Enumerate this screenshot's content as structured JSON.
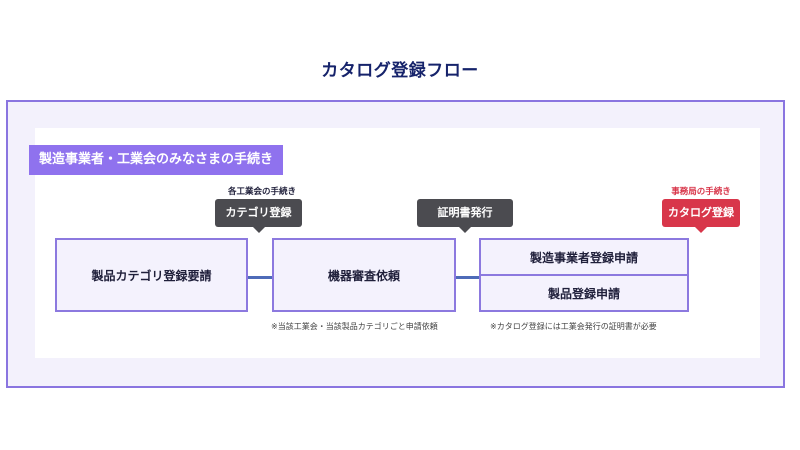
{
  "title": "カタログ登録フロー",
  "banner": "製造事業者・工業会のみなさまの手続き",
  "labels": {
    "industry_association_steps": "各工業会の手続き",
    "secretariat_steps": "事務局の手続き"
  },
  "tags": {
    "category_registration": "カテゴリ登録",
    "certificate_issuance": "証明書発行",
    "catalog_registration": "カタログ登録"
  },
  "boxes": {
    "product_category_request": "製品カテゴリ登録要請",
    "equipment_review_request": "機器審査依頼",
    "manufacturer_registration": "製造事業者登録申請",
    "product_registration": "製品登録申請"
  },
  "notes": {
    "review_note": "※当該工業会・当該製品カテゴリごと申請依頼",
    "catalog_note": "※カタログ登録には工業会発行の証明書が必要"
  },
  "colors": {
    "title": "#16236b",
    "frame_border": "#8a75e0",
    "banner": "#8f72ee",
    "box_border": "#8c79df",
    "box_fill": "#f4f2fd",
    "dark_tag": "#4b4b50",
    "red_tag": "#d8364a",
    "red_label": "#d8364a",
    "connector": "#4e6bb8"
  }
}
